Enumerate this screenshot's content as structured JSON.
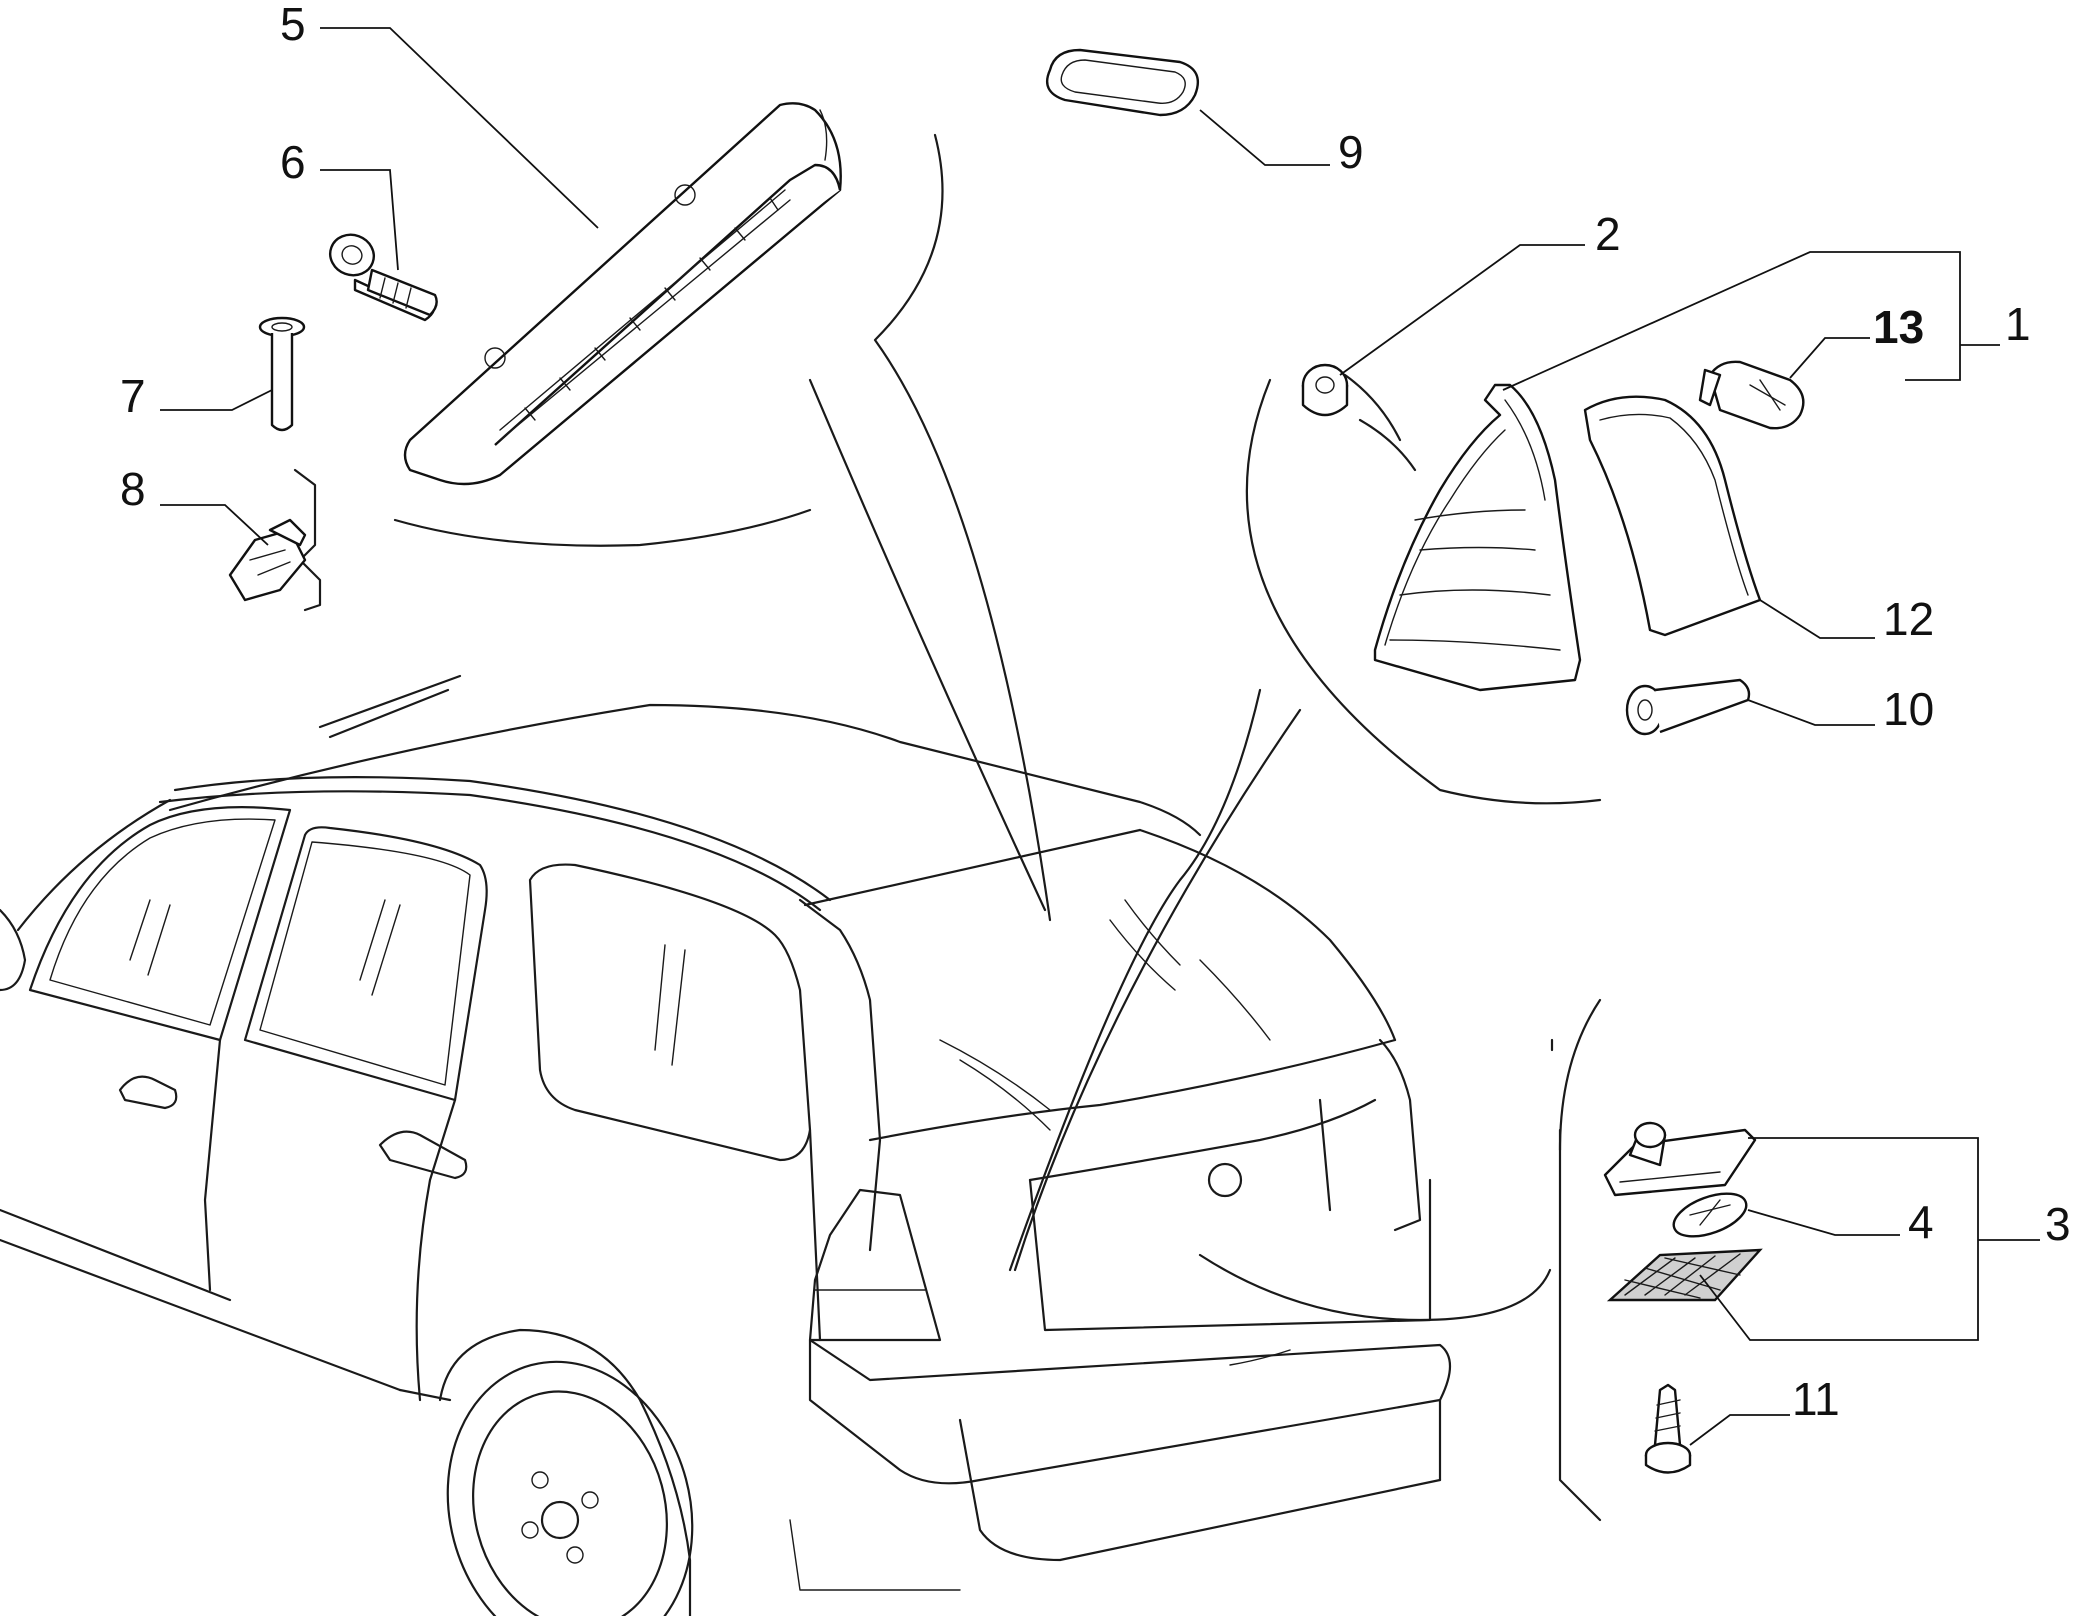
{
  "callouts": {
    "c1": "1",
    "c2": "2",
    "c3": "3",
    "c4": "4",
    "c5": "5",
    "c6": "6",
    "c7": "7",
    "c8": "8",
    "c9": "9",
    "c10": "10",
    "c11": "11",
    "c12": "12",
    "c13": "13"
  },
  "parts": {
    "third_brake_light": "third-brake-light-icon",
    "screw": "screw-icon",
    "rivet": "rivet-icon",
    "wedge_bulb": "wedge-bulb-icon",
    "grommet": "grommet-icon",
    "nut": "nut-icon",
    "tail_lamp": "tail-lamp-icon",
    "lens_cover": "lens-cover-icon",
    "bulb": "bulb-icon",
    "plug": "plug-icon",
    "plate_lamp": "plate-lamp-icon",
    "plate_bulb": "plate-bulb-icon",
    "plate_lens": "plate-lens-icon",
    "tapping_screw": "tapping-screw-icon",
    "car": "station-wagon-icon"
  }
}
